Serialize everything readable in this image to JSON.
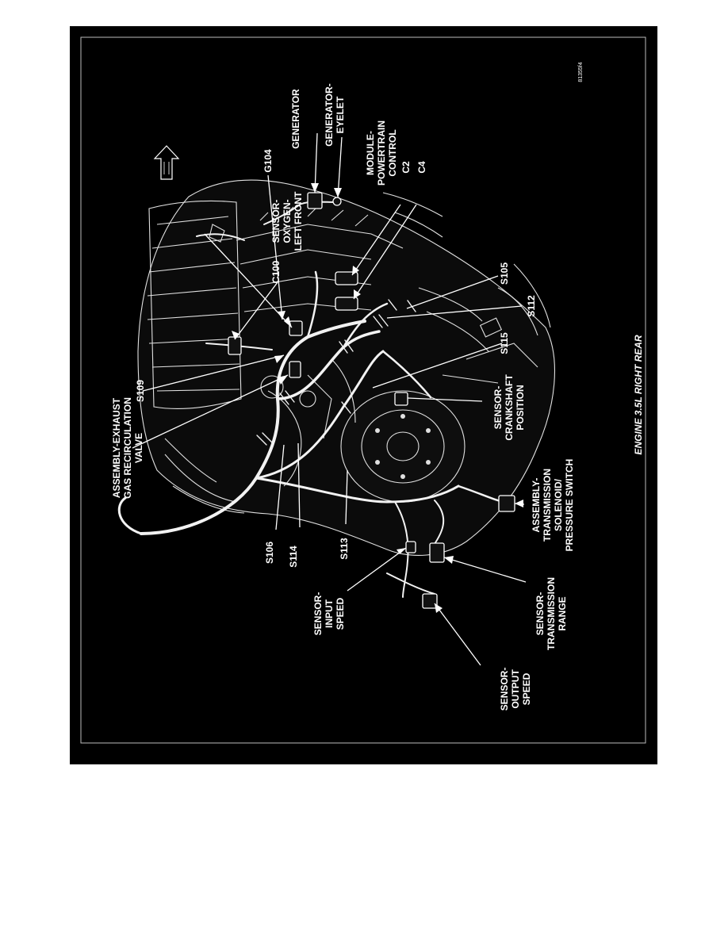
{
  "figure_id": "81355f4",
  "caption": "ENGINE 3.5L RIGHT REAR",
  "labels": {
    "egr_valve": [
      "ASSEMBLY-EXHAUST",
      "GAS RECIRCULATION",
      "VALVE"
    ],
    "s109": "S109",
    "c100": "C100",
    "o2_left_front": [
      "SENSOR-",
      "OXYGEN-",
      "LEFT FRONT"
    ],
    "g104": "G104",
    "generator": "GENERATOR",
    "generator_eyelet": [
      "GENERATOR-",
      "EYELET"
    ],
    "pcm": [
      "MODULE-",
      "POWERTRAIN",
      "CONTROL"
    ],
    "c2": "C2",
    "c4": "C4",
    "s105": "S105",
    "s112": "S112",
    "s115": "S115",
    "crankshaft": [
      "SENSOR-",
      "CRANKSHAFT",
      "POSITION"
    ],
    "solenoid": [
      "ASSEMBLY-",
      "TRANSMISSION",
      "SOLENOID/",
      "PRESSURE SWITCH"
    ],
    "s106": "S106",
    "s114": "S114",
    "s113": "S113",
    "input_speed": [
      "SENSOR-",
      "INPUT",
      "SPEED"
    ],
    "trans_range": [
      "SENSOR-",
      "TRANSMISSION",
      "RANGE"
    ],
    "output_speed": [
      "SENSOR-",
      "OUTPUT",
      "SPEED"
    ]
  }
}
